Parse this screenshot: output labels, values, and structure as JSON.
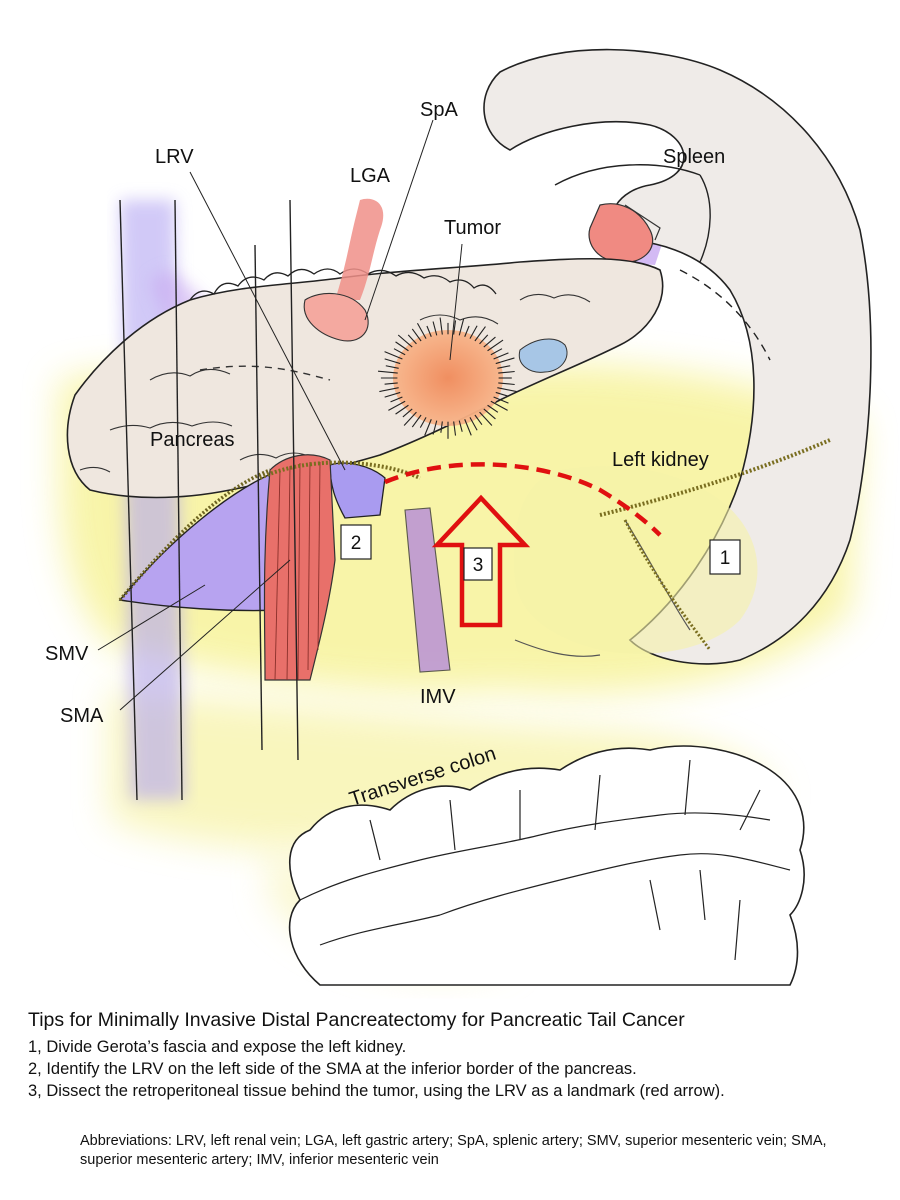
{
  "labels": {
    "spa": "SpA",
    "lrv": "LRV",
    "lga": "LGA",
    "spleen": "Spleen",
    "tumor": "Tumor",
    "pancreas": "Pancreas",
    "left_kidney": "Left kidney",
    "smv": "SMV",
    "sma": "SMA",
    "imv": "IMV",
    "transverse_colon": "Transverse colon"
  },
  "markers": {
    "m1": "1",
    "m2": "2",
    "m3": "3"
  },
  "caption": {
    "title": "Tips for Minimally Invasive Distal Pancreatectomy for Pancreatic Tail Cancer",
    "steps": [
      "1, Divide Gerota’s fascia and expose the left kidney.",
      "2, Identify the LRV on the left side of the SMA at the inferior border of the pancreas.",
      "3, Dissect the retroperitoneal tissue behind the tumor, using the LRV as a landmark (red arrow)."
    ]
  },
  "abbreviations": "Abbreviations: LRV, left renal vein; LGA, left gastric artery; SpA, splenic artery; SMV, superior mesenteric vein; SMA, superior mesenteric artery; IMV, inferior mesenteric vein",
  "colors": {
    "dissection_line": "#e01010",
    "arrow": "#e01010",
    "fat": "#f6f3a0",
    "vein": "#b7a8f0",
    "artery": "#e8786e",
    "tumor": "#f6a070",
    "organ": "#eeeae6"
  }
}
